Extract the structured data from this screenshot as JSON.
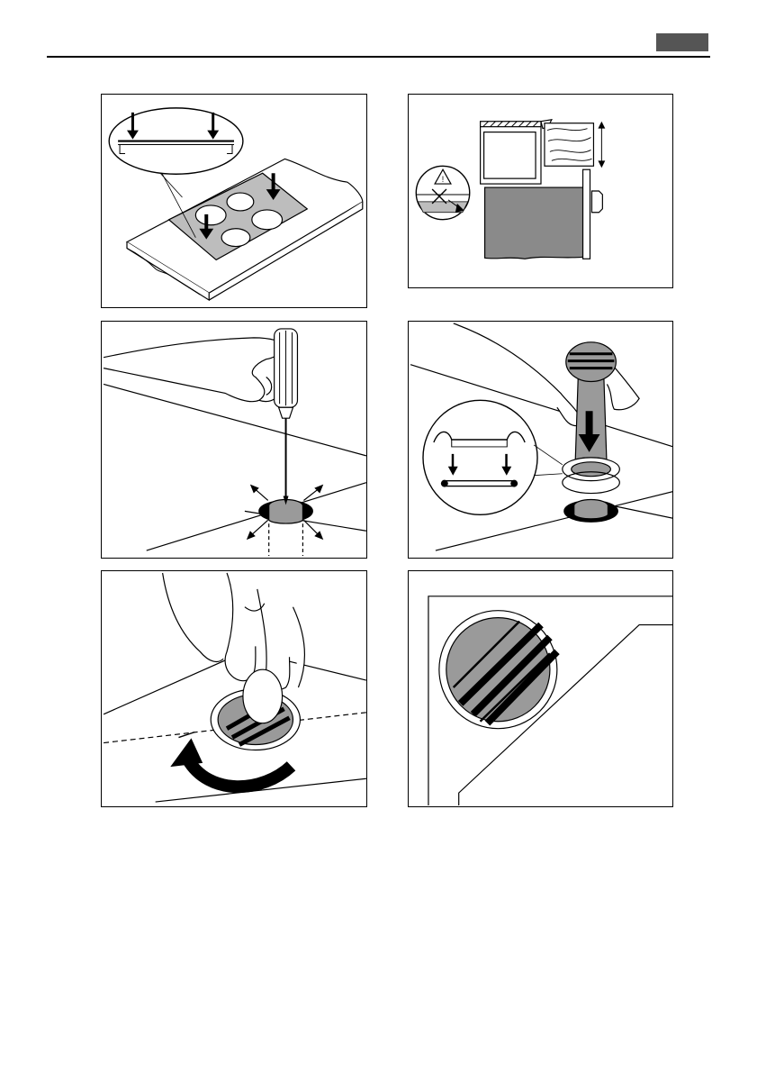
{
  "header": {
    "tab_color": "#555555"
  },
  "figures": [
    {
      "id": "fig-1",
      "icon": "hob-placement-illustration"
    },
    {
      "id": "fig-2",
      "icon": "worktop-clearance-illustration"
    },
    {
      "id": "fig-3",
      "icon": "screwdriver-hole-illustration"
    },
    {
      "id": "fig-4",
      "icon": "insert-plug-illustration"
    },
    {
      "id": "fig-5",
      "icon": "turn-cap-illustration"
    },
    {
      "id": "fig-6",
      "icon": "cap-installed-illustration"
    }
  ],
  "colors": {
    "ink": "#000000",
    "hob_grey": "#bdbdbd",
    "dark_grey": "#8a8a8a",
    "cap_grey": "#9a9a9a"
  }
}
